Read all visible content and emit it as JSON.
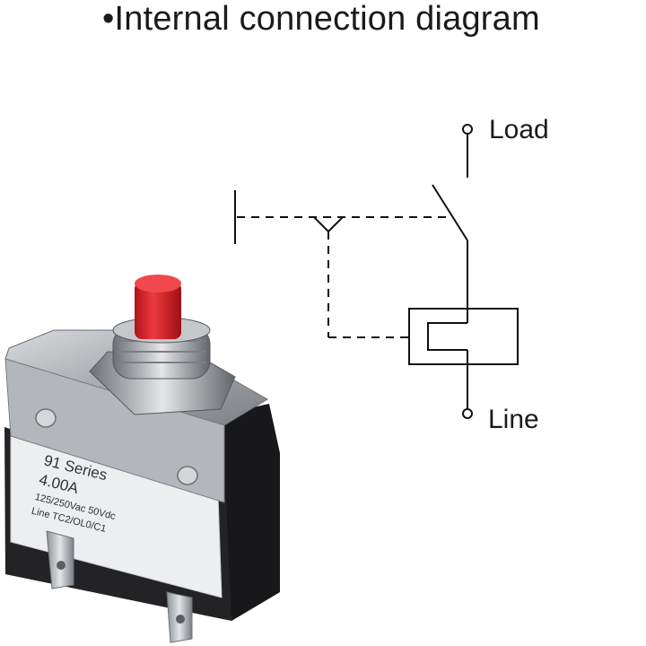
{
  "title": "•Internal connection diagram",
  "diagram": {
    "terminal_top_label": "Load",
    "terminal_bottom_label": "Line"
  },
  "product_label": {
    "line1": "91 Series",
    "line2": "4.00A",
    "line3": "125/250Vac 50Vdc",
    "line4": "Line  TC2/OL0/C1"
  },
  "colors": {
    "button": "#d8222a",
    "metal": "#b9bcbf",
    "housing": "#1c1c1e",
    "label_bg": "#eef0f2"
  }
}
